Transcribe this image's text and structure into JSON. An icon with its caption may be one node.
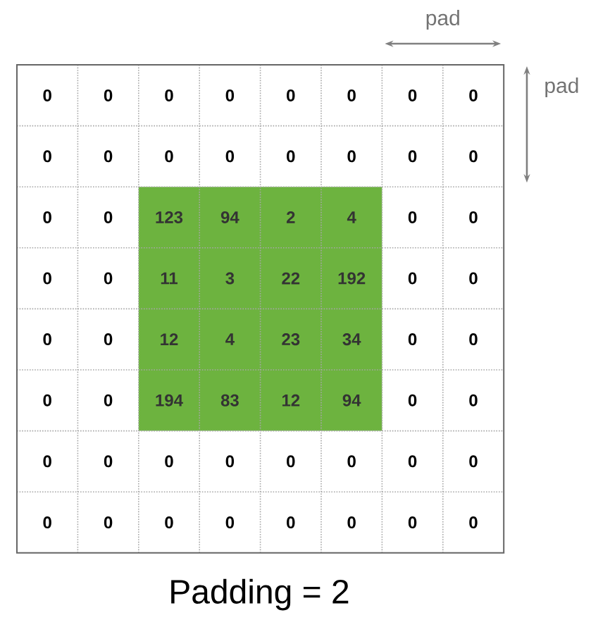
{
  "diagram": {
    "caption": "Padding = 2",
    "labels": [
      "0",
      "0",
      "0",
      "0",
      "0",
      "0",
      "0",
      "0",
      "0",
      "0",
      "0",
      "0",
      "0",
      "0",
      "0",
      "0",
      "0",
      "0",
      "123",
      "94",
      "2",
      "4",
      "0",
      "0",
      "0",
      "0",
      "11",
      "3",
      "22",
      "192",
      "0",
      "0",
      "0",
      "0",
      "12",
      "4",
      "23",
      "34",
      "0",
      "0",
      "0",
      "0",
      "194",
      "83",
      "12",
      "94",
      "0",
      "0",
      "0",
      "0",
      "0",
      "0",
      "0",
      "0",
      "0",
      "0",
      "0",
      "0",
      "0",
      "0",
      "0",
      "0",
      "0",
      "0",
      "pad",
      "pad"
    ]
  }
}
